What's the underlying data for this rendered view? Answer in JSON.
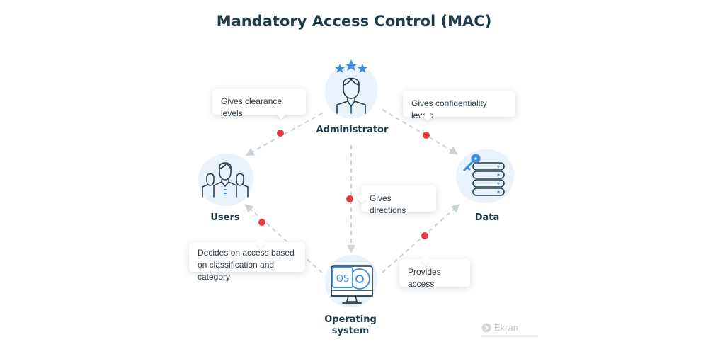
{
  "title": "Mandatory Access Control (MAC)",
  "nodes": {
    "administrator": "Administrator",
    "users": "Users",
    "data": "Data",
    "operating_system": "Operating system"
  },
  "callouts": {
    "clearance": "Gives clearance levels",
    "confidentiality": "Gives confidentiality levels",
    "directions": "Gives directions",
    "decides": "Decides on access based on classification and category",
    "provides": "Provides access"
  },
  "os_text": "OS",
  "colors": {
    "accent": "#3b8de3",
    "blob": "#eaf3fb",
    "dot": "#e8393d",
    "line": "#c9d3da",
    "text": "#1f3a48"
  },
  "icons": {
    "administrator": "admin-with-stars-icon",
    "users": "users-group-icon",
    "data": "database-with-key-icon",
    "operating_system": "os-monitor-icon"
  }
}
